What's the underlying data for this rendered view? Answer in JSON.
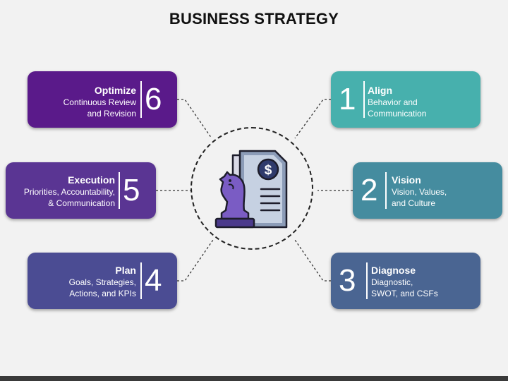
{
  "title": "BUSINESS STRATEGY",
  "colors": {
    "align": "#47b0ad",
    "vision": "#458c9f",
    "diagnose": "#4a6592",
    "plan": "#4b4c93",
    "execution": "#5a3593",
    "optimize": "#5a1a8a"
  },
  "center_icon": "strategy-document-chess-knight-icon",
  "steps": [
    {
      "number": "1",
      "heading": "Align",
      "lines": [
        "Behavior and",
        "Communication"
      ]
    },
    {
      "number": "2",
      "heading": "Vision",
      "lines": [
        "Vision, Values,",
        "and Culture"
      ]
    },
    {
      "number": "3",
      "heading": "Diagnose",
      "lines": [
        "Diagnostic,",
        "SWOT, and CSFs"
      ]
    },
    {
      "number": "4",
      "heading": "Plan",
      "lines": [
        "Goals, Strategies,",
        "Actions, and KPIs"
      ]
    },
    {
      "number": "5",
      "heading": "Execution",
      "lines": [
        "Priorities, Accountability,",
        "& Communication"
      ]
    },
    {
      "number": "6",
      "heading": "Optimize",
      "lines": [
        "Continuous Review",
        "and Revision"
      ]
    }
  ]
}
